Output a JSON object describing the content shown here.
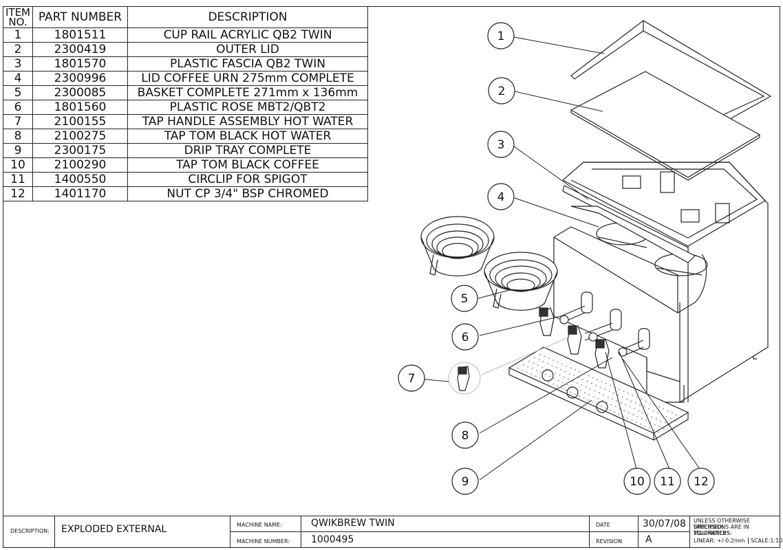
{
  "bom": {
    "headers": {
      "item": "ITEM NO.",
      "part": "PART NUMBER",
      "desc": "DESCRIPTION"
    },
    "rows": [
      {
        "item": "1",
        "part": "1801511",
        "desc": "CUP RAIL ACRYLIC QB2 TWIN"
      },
      {
        "item": "2",
        "part": "2300419",
        "desc": "OUTER LID"
      },
      {
        "item": "3",
        "part": "1801570",
        "desc": "PLASTIC FASCIA QB2 TWIN"
      },
      {
        "item": "4",
        "part": "2300996",
        "desc": "LID COFFEE URN 275mm COMPLETE"
      },
      {
        "item": "5",
        "part": "2300085",
        "desc": "BASKET COMPLETE 271mm x 136mm"
      },
      {
        "item": "6",
        "part": "1801560",
        "desc": "PLASTIC ROSE MBT2/QBT2"
      },
      {
        "item": "7",
        "part": "2100155",
        "desc": "TAP HANDLE ASSEMBLY HOT WATER"
      },
      {
        "item": "8",
        "part": "2100275",
        "desc": "TAP TOM BLACK HOT WATER"
      },
      {
        "item": "9",
        "part": "2300175",
        "desc": "DRIP TRAY COMPLETE"
      },
      {
        "item": "10",
        "part": "2100290",
        "desc": "TAP TOM BLACK COFFEE"
      },
      {
        "item": "11",
        "part": "1400550",
        "desc": "CIRCLIP FOR SPIGOT"
      },
      {
        "item": "12",
        "part": "1401170",
        "desc": "NUT CP 3/4\" BSP CHROMED"
      }
    ]
  },
  "callouts": [
    "1",
    "2",
    "3",
    "4",
    "5",
    "6",
    "7",
    "8",
    "9",
    "10",
    "11",
    "12"
  ],
  "title_block": {
    "description_label": "DESCRIPTION:",
    "description_value": "EXPLODED EXTERNAL",
    "machine_name_label": "MACHINE NAME:",
    "machine_name_value": "QWIKBREW TWIN",
    "machine_number_label": "MACHINE NUMBER:",
    "machine_number_value": "1000495",
    "date_label": "DATE",
    "date_value": "30/07/08",
    "revision_label": "REVISION",
    "revision_value": "A",
    "notes_1": "UNLESS OTHERWISE SPECIFIED:",
    "notes_2": "DIMENSIONS ARE IN MILLIMETERS",
    "notes_3": "TOLERANCES:",
    "linear": "LINEAR: +/-0.2mm",
    "scale": "SCALE:1:10"
  }
}
